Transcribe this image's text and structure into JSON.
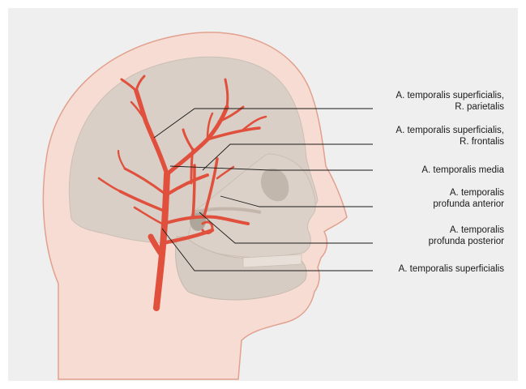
{
  "colors": {
    "background": "#efefef",
    "skin": "#f6dcd3",
    "skin_outline": "#e2a08d",
    "skull": "#d9cfc6",
    "artery": "#e0503d",
    "leader_line": "#1a1a1a"
  },
  "labels": [
    {
      "id": "r-parietalis",
      "lines": [
        "A. temporalis superficialis,",
        "R. parietalis"
      ]
    },
    {
      "id": "r-frontalis",
      "lines": [
        "A. temporalis superficialis,",
        "R. frontalis"
      ]
    },
    {
      "id": "temporalis-media",
      "lines": [
        "A. temporalis media"
      ]
    },
    {
      "id": "profunda-anterior",
      "lines": [
        "A. temporalis",
        "profunda anterior"
      ]
    },
    {
      "id": "profunda-posterior",
      "lines": [
        "A. temporalis",
        "profunda posterior"
      ]
    },
    {
      "id": "superficialis",
      "lines": [
        "A. temporalis superficialis"
      ]
    }
  ]
}
